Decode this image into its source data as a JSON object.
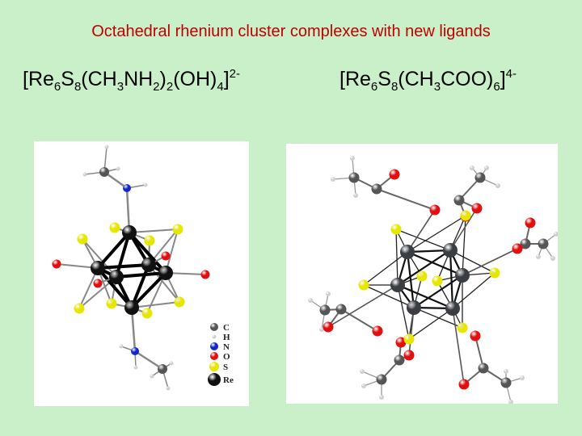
{
  "title": "Octahedral rhenium cluster complexes with new ligands",
  "left_formula": {
    "parts": [
      "[Re",
      "6",
      "S",
      "8",
      "(CH",
      "3",
      "NH",
      "2",
      ")",
      "2",
      "(OH)",
      "4",
      "]",
      "2-"
    ]
  },
  "right_formula": {
    "parts": [
      "[Re",
      "6",
      "S",
      "8",
      "(CH",
      "3",
      "COO)",
      "6",
      "]",
      "4-"
    ]
  },
  "legend": {
    "items": [
      {
        "label": "C",
        "color": "#555555"
      },
      {
        "label": "H",
        "color": "#cfcfcf"
      },
      {
        "label": "N",
        "color": "#1428c8"
      },
      {
        "label": "O",
        "color": "#e01010"
      },
      {
        "label": "S",
        "color": "#e6e600"
      },
      {
        "label": "Re",
        "color": "#000000"
      }
    ]
  },
  "colors": {
    "background": "#c9f0c9",
    "title": "#c00000",
    "re": "#111111",
    "re_right": "#3a3d42",
    "s": "#e6e600",
    "o": "#e01010",
    "n": "#1428c8",
    "c": "#555555",
    "h": "#cfcfcf",
    "bond": "#888888"
  }
}
